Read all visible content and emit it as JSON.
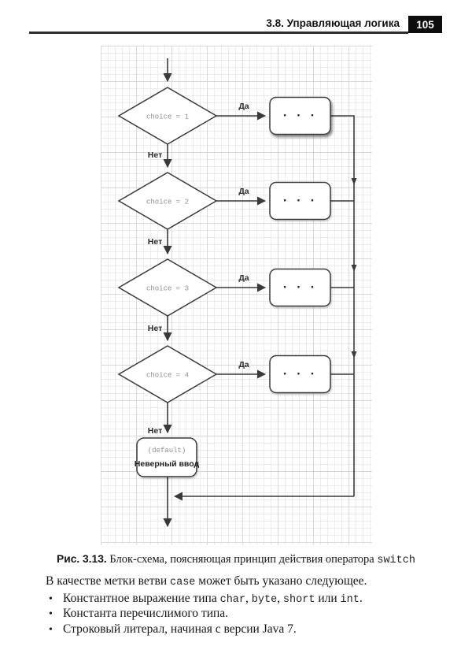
{
  "header": {
    "section_title": "3.8. Управляющая логика",
    "page_number": "105"
  },
  "flowchart": {
    "branch_placeholder": "· · ·",
    "decisions": [
      {
        "condition": "choice = 1",
        "yes": "Да",
        "no": "Нет"
      },
      {
        "condition": "choice = 2",
        "yes": "Да",
        "no": "Нет"
      },
      {
        "condition": "choice = 3",
        "yes": "Да",
        "no": "Нет"
      },
      {
        "condition": "choice = 4",
        "yes": "Да",
        "no": "Нет"
      }
    ],
    "default_node": {
      "code": "(default)",
      "label": "Неверный ввод"
    }
  },
  "caption": {
    "label": "Рис. 3.13.",
    "text": " Блок-схема, поясняющая принцип действия оператора ",
    "code": "switch"
  },
  "body": {
    "intro": {
      "pre": "В качестве метки ветви ",
      "code": "case",
      "post": " может быть указано следующее."
    },
    "bullets": [
      {
        "segments": [
          "Константное выражение типа ",
          "char",
          ", ",
          "byte",
          ", ",
          "short",
          " или ",
          "int",
          "."
        ]
      },
      {
        "segments": [
          "Константа перечислимого типа."
        ]
      },
      {
        "segments": [
          "Строковый литерал, начиная с версии Java 7."
        ]
      }
    ],
    "bullet_glyph": "•"
  },
  "colors": {
    "page_number_bg": "#0d0d0d",
    "flow_line": "#3a3a3a",
    "condition_text": "#8f8f8f",
    "grid_minor": "#ececec",
    "grid_major": "#d9d9d9"
  }
}
